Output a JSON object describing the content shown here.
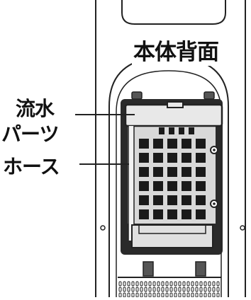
{
  "diagram": {
    "title": "本体背面",
    "callouts": {
      "water_part_line1": "流水",
      "water_part_line2": "パーツ",
      "hose": "ホース"
    }
  }
}
